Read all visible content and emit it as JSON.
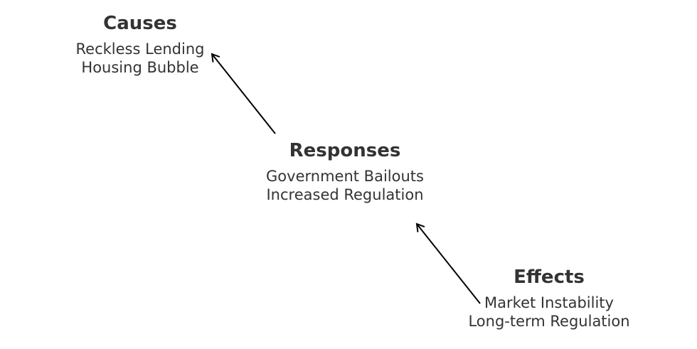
{
  "nodes": {
    "causes": {
      "title": "Causes",
      "lines": [
        "Reckless Lending",
        "Housing Bubble"
      ]
    },
    "responses": {
      "title": "Responses",
      "lines": [
        "Government Bailouts",
        "Increased Regulation"
      ]
    },
    "effects": {
      "title": "Effects",
      "lines": [
        "Market Instability",
        "Long-term Regulation"
      ]
    }
  },
  "edges": [
    {
      "from": "responses",
      "to": "causes"
    },
    {
      "from": "effects",
      "to": "responses"
    }
  ],
  "colors": {
    "text": "#333333",
    "arrow": "#000000"
  }
}
